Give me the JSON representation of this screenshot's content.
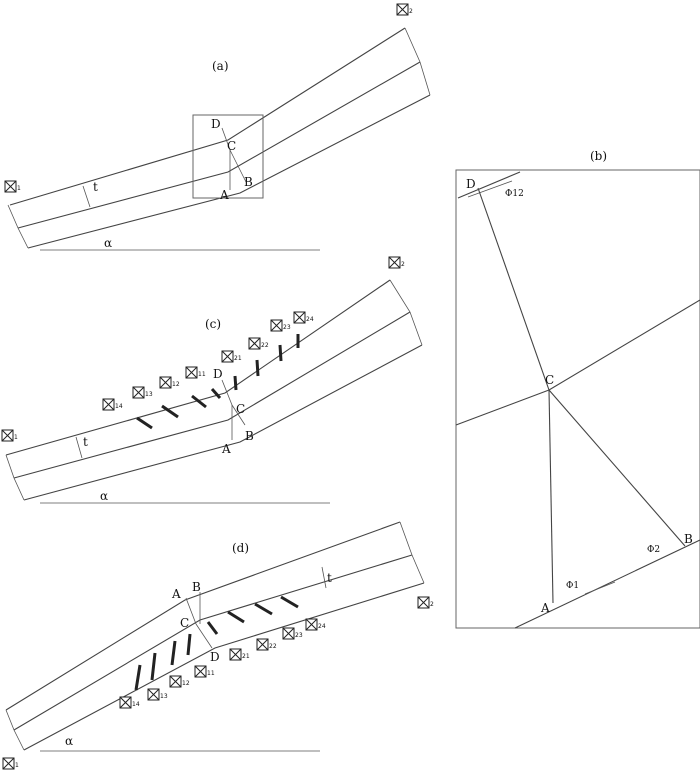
{
  "panels": {
    "a": {
      "label": "(a)",
      "points": [
        "D",
        "C",
        "A",
        "B"
      ],
      "thickness": "t",
      "angle": "α",
      "ends": [
        "1",
        "2"
      ]
    },
    "b": {
      "label": "(b)",
      "points": [
        "D",
        "C",
        "A",
        "B"
      ],
      "angles": [
        "Φ12",
        "Φ1",
        "Φ2"
      ]
    },
    "c": {
      "label": "(c)",
      "points": [
        "D",
        "C",
        "A",
        "B"
      ],
      "thickness": "t",
      "angle": "α",
      "ends": [
        "1",
        "2"
      ],
      "markers_left": [
        "14",
        "13",
        "12",
        "11"
      ],
      "markers_right": [
        "21",
        "22",
        "23",
        "24"
      ]
    },
    "d": {
      "label": "(d)",
      "points": [
        "A",
        "B",
        "C",
        "D"
      ],
      "thickness": "t",
      "angle": "α",
      "ends": [
        "1",
        "2"
      ],
      "markers_left": [
        "14",
        "13",
        "12",
        "11"
      ],
      "markers_right": [
        "21",
        "22",
        "23",
        "24"
      ]
    }
  },
  "colors": {
    "line": "#444444",
    "text": "#111111",
    "arrow": "#222222"
  }
}
